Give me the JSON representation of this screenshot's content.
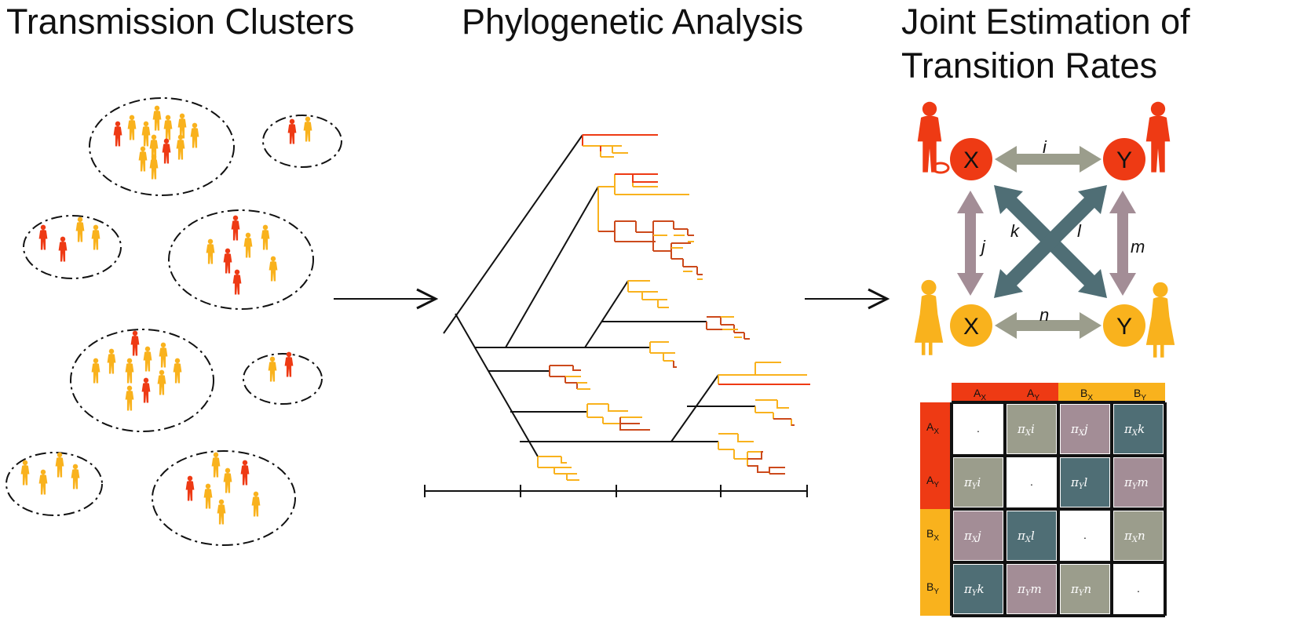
{
  "titles": {
    "clusters": "Transmission Clusters",
    "phylo": "Phylogenetic Analysis",
    "joint_line1": "Joint Estimation of",
    "joint_line2": "Transition Rates"
  },
  "colors": {
    "red": "#ee3a14",
    "orange": "#f9b21d",
    "dark_red": "#cc4a1c",
    "gray": "#9b9d8c",
    "mauve": "#a38d96",
    "teal": "#4f6e75",
    "black": "#111111"
  },
  "icons": {
    "person_red": "person-silhouette-red",
    "person_orange": "person-silhouette-orange",
    "arrow": "open-head-arrow"
  },
  "nodes": {
    "top_left": "X",
    "top_right": "Y",
    "bottom_left": "X",
    "bottom_right": "Y"
  },
  "rates": {
    "i": "i",
    "j": "j",
    "k": "k",
    "l": "l",
    "m": "m",
    "n": "n"
  },
  "matrix": {
    "col_headers": [
      {
        "base": "A",
        "sub": "X"
      },
      {
        "base": "A",
        "sub": "Y"
      },
      {
        "base": "B",
        "sub": "X"
      },
      {
        "base": "B",
        "sub": "Y"
      }
    ],
    "row_headers": [
      {
        "base": "A",
        "sub": "X"
      },
      {
        "base": "A",
        "sub": "Y"
      },
      {
        "base": "B",
        "sub": "X"
      },
      {
        "base": "B",
        "sub": "Y"
      }
    ],
    "cells": [
      [
        {
          "pi": "",
          "sub": "",
          "rate": "",
          "dot": ".",
          "color": "white"
        },
        {
          "pi": "π",
          "sub": "X",
          "rate": "i",
          "color": "gray"
        },
        {
          "pi": "π",
          "sub": "X",
          "rate": "j",
          "color": "mauve"
        },
        {
          "pi": "π",
          "sub": "X",
          "rate": "k",
          "color": "teal"
        }
      ],
      [
        {
          "pi": "π",
          "sub": "Y",
          "rate": "i",
          "color": "gray"
        },
        {
          "pi": "",
          "sub": "",
          "rate": "",
          "dot": ".",
          "color": "white"
        },
        {
          "pi": "π",
          "sub": "Y",
          "rate": "l",
          "color": "teal"
        },
        {
          "pi": "π",
          "sub": "Y",
          "rate": "m",
          "color": "mauve"
        }
      ],
      [
        {
          "pi": "π",
          "sub": "X",
          "rate": "j",
          "color": "mauve"
        },
        {
          "pi": "π",
          "sub": "X",
          "rate": "l",
          "color": "teal"
        },
        {
          "pi": "",
          "sub": "",
          "rate": "",
          "dot": ".",
          "color": "white"
        },
        {
          "pi": "π",
          "sub": "X",
          "rate": "n",
          "color": "gray"
        }
      ],
      [
        {
          "pi": "π",
          "sub": "Y",
          "rate": "k",
          "color": "teal"
        },
        {
          "pi": "π",
          "sub": "Y",
          "rate": "m",
          "color": "mauve"
        },
        {
          "pi": "π",
          "sub": "Y",
          "rate": "n",
          "color": "gray"
        },
        {
          "pi": "",
          "sub": "",
          "rate": "",
          "dot": ".",
          "color": "white"
        }
      ]
    ]
  }
}
